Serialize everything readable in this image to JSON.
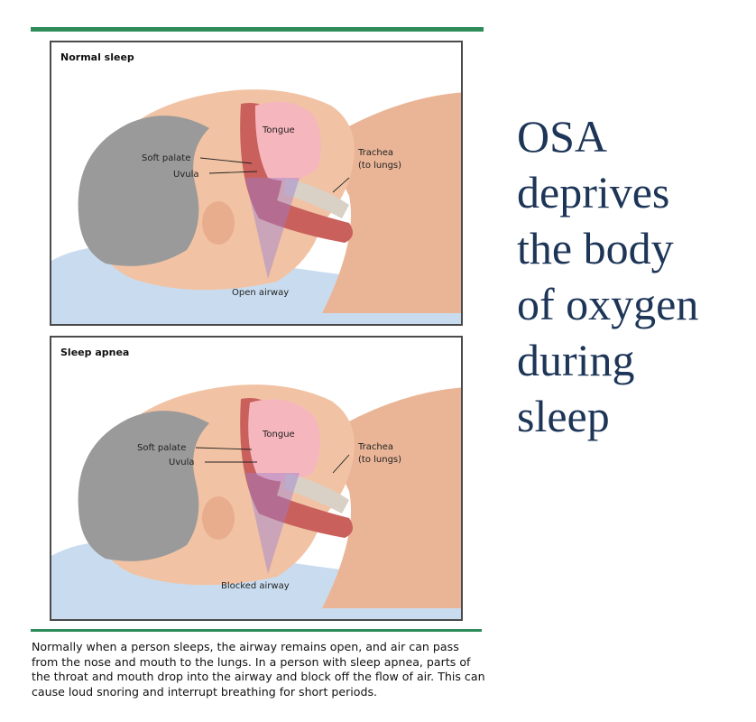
{
  "figure": {
    "panels": [
      {
        "title": "Normal sleep",
        "labels": {
          "tongue": "Tongue",
          "soft_palate": "Soft palate",
          "uvula": "Uvula",
          "trachea_1": "Trachea",
          "trachea_2": "(to lungs)",
          "airway": "Open airway"
        }
      },
      {
        "title": "Sleep apnea",
        "labels": {
          "tongue": "Tongue",
          "soft_palate": "Soft palate",
          "uvula": "Uvula",
          "trachea_1": "Trachea",
          "trachea_2": "(to lungs)",
          "airway": "Blocked airway"
        }
      }
    ],
    "caption": "Normally when a person sleeps, the airway remains open, and air can pass from the nose and mouth to the lungs. In a person with sleep apnea, parts of the throat and mouth drop into the airway and block off the flow of air. This can cause loud snoring and interrupt breathing for short periods."
  },
  "headline": {
    "lines": [
      "OSA",
      "deprives",
      "the body",
      "of oxygen",
      "during",
      "sleep"
    ]
  },
  "colors": {
    "accent_rule": "#2e8b5a",
    "headline_text": "#1d3557",
    "skin": "#f1c3a4",
    "hair": "#9a9a9a",
    "pillow": "#c9dcef",
    "tongue": "#f6b6bd",
    "airway_tissue": "#c9605c",
    "airway_cone": "#9c7fd0"
  }
}
